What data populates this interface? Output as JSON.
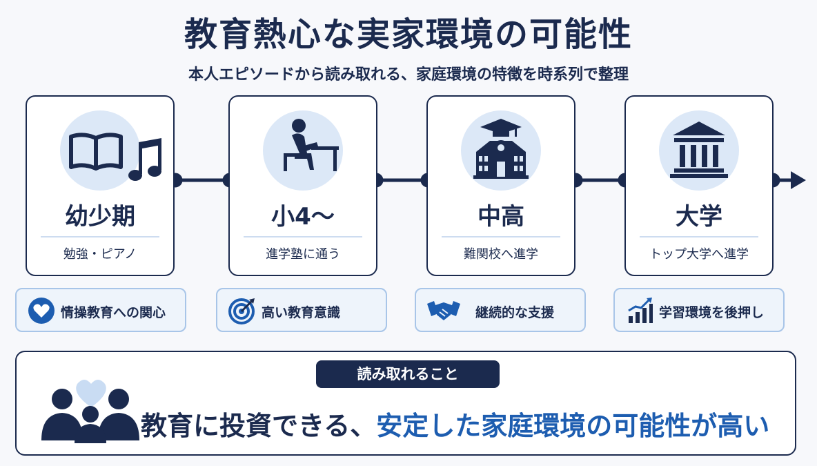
{
  "header": {
    "title": "教育熱心な実家環境の可能性",
    "subtitle": "本人エピソードから読み取れる、家庭環境の特徴を時系列で整理"
  },
  "stages": [
    {
      "name": "幼少期",
      "description": "勉強・ピアノ",
      "icon": "book-music-icon"
    },
    {
      "name": "小4～",
      "description": "進学塾に通う",
      "icon": "student-desk-icon"
    },
    {
      "name": "中高",
      "description": "難関校へ進学",
      "icon": "school-building-icon"
    },
    {
      "name": "大学",
      "description": "トップ大学へ進学",
      "icon": "university-icon"
    }
  ],
  "traits": [
    {
      "label": "情操教育への関心",
      "icon": "heart-icon"
    },
    {
      "label": "高い教育意識",
      "icon": "target-icon"
    },
    {
      "label": "継続的な支援",
      "icon": "handshake-icon"
    },
    {
      "label": "学習環境を後押し",
      "icon": "growth-chart-icon"
    }
  ],
  "summary": {
    "badge": "読み取れること",
    "conclusion_part1": "教育に投資できる、",
    "conclusion_part2": "安定した家庭環境の可能性が高い",
    "icon": "family-icon"
  },
  "colors": {
    "navy": "#1b2a4e",
    "accent_blue": "#1d5db0",
    "light_blue": "#dce8f7",
    "trait_bg": "#eef4fb",
    "trait_border": "#a8c5e8"
  }
}
